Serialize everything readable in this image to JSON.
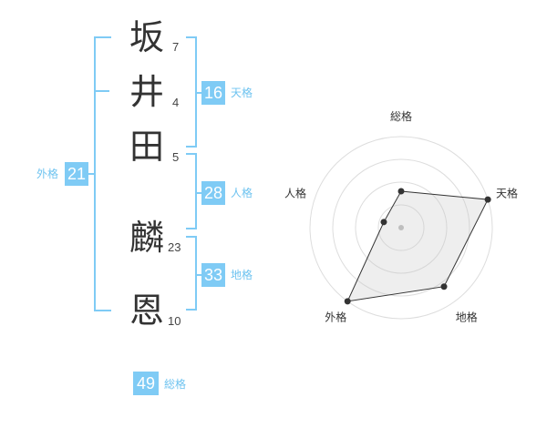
{
  "name_chars": [
    {
      "char": "坂",
      "strokes": "7"
    },
    {
      "char": "井",
      "strokes": "4"
    },
    {
      "char": "田",
      "strokes": "5"
    },
    {
      "char": "麟",
      "strokes": "23"
    },
    {
      "char": "恩",
      "strokes": "10"
    }
  ],
  "fortune": {
    "tenkaku": {
      "value": "16",
      "label": "天格"
    },
    "jinkaku": {
      "value": "28",
      "label": "人格"
    },
    "chikaku": {
      "value": "33",
      "label": "地格"
    },
    "gaikaku": {
      "value": "21",
      "label": "外格"
    },
    "soukaku": {
      "value": "49",
      "label": "総格"
    }
  },
  "colors": {
    "accent": "#7fcbf5",
    "text": "#333333"
  },
  "chart_data": {
    "type": "radar",
    "axes": [
      "総格",
      "天格",
      "地格",
      "外格",
      "人格"
    ],
    "values": [
      2,
      5,
      4,
      5,
      1
    ],
    "max": 5,
    "rings": 4
  }
}
